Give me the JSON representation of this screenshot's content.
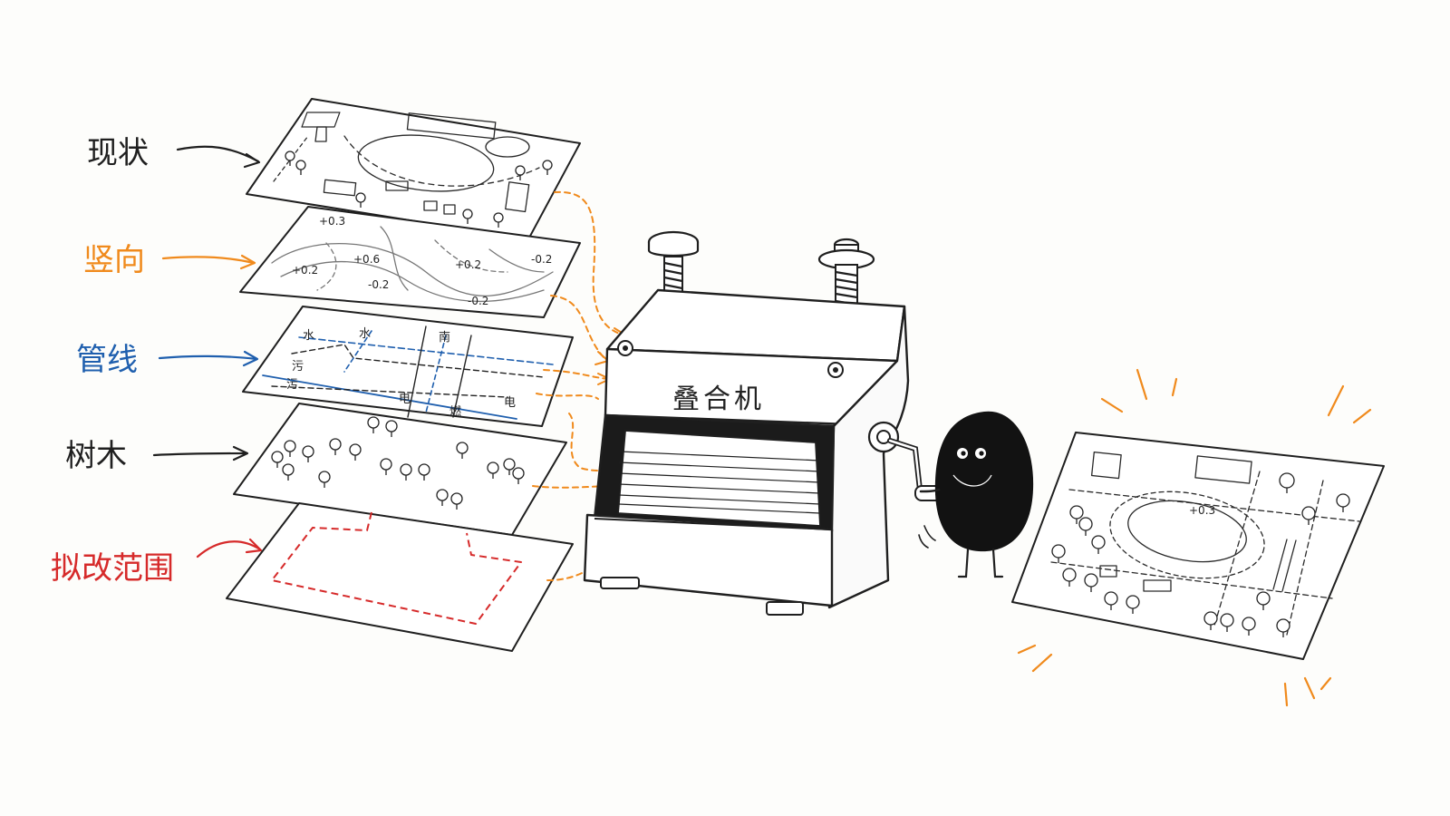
{
  "colors": {
    "ink": "#1f1f1f",
    "orange": "#f08a1c",
    "blue": "#1f5fae",
    "red": "#d62a2a",
    "paper": "#ffffff",
    "background": "#fdfdfb"
  },
  "layers": [
    {
      "id": "status",
      "label": "现状",
      "color": "#1f1f1f"
    },
    {
      "id": "vertical",
      "label": "竖向",
      "color": "#f08a1c"
    },
    {
      "id": "pipes",
      "label": "管线",
      "color": "#1f5fae"
    },
    {
      "id": "trees",
      "label": "树木",
      "color": "#1f1f1f"
    },
    {
      "id": "scope",
      "label": "拟改范围",
      "color": "#d62a2a"
    }
  ],
  "elevation_labels": [
    "+0.3",
    "+0.6",
    "+0.2",
    "-0.2",
    "-0.2",
    "+0.2",
    "-0.2"
  ],
  "pipe_labels": {
    "water1": "水",
    "water2": "水",
    "south": "南",
    "sewage1": "污",
    "sewage2": "污",
    "power1": "电",
    "gas": "燃",
    "power2": "电"
  },
  "machine": {
    "title": "叠合机"
  },
  "result": {
    "elevation": "+0.3"
  },
  "icons": [
    "arrow-icon",
    "press-screw-icon",
    "crank-handle-icon",
    "blob-character-icon",
    "tree-icon",
    "sparkle-icon"
  ]
}
